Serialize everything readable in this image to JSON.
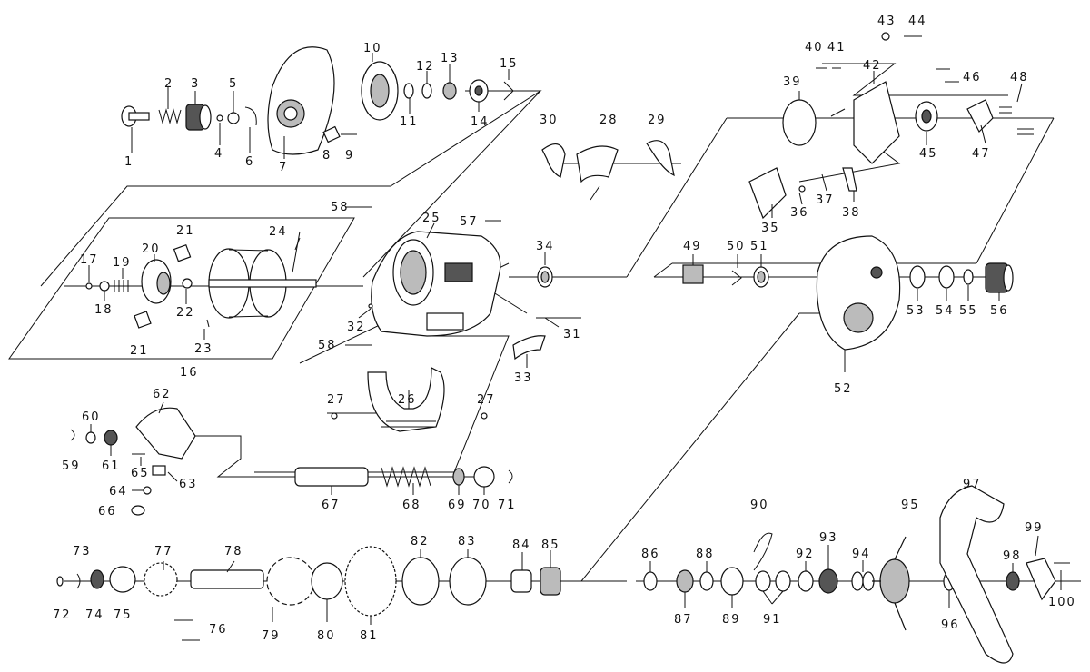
{
  "labels": {
    "p1": "1",
    "p2": "2",
    "p3": "3",
    "p4": "4",
    "p5": "5",
    "p6": "6",
    "p7": "7",
    "p8": "8",
    "p9": "9",
    "p10": "10",
    "p11": "11",
    "p12": "12",
    "p13": "13",
    "p14": "14",
    "p15": "15",
    "p16": "16",
    "p17": "17",
    "p18": "18",
    "p19": "19",
    "p20": "20",
    "p21a": "21",
    "p21b": "21",
    "p22": "22",
    "p23": "23",
    "p24": "24",
    "p25": "25",
    "p26": "26",
    "p27a": "27",
    "p27b": "27",
    "p28": "28",
    "p29": "29",
    "p30": "30",
    "p31": "31",
    "p32": "32",
    "p33": "33",
    "p34": "34",
    "p35": "35",
    "p36": "36",
    "p37": "37",
    "p38": "38",
    "p39": "39",
    "p40": "40",
    "p41": "41",
    "p42": "42",
    "p43": "43",
    "p44": "44",
    "p45": "45",
    "p46": "46",
    "p47": "47",
    "p48": "48",
    "p49": "49",
    "p50": "50",
    "p51": "51",
    "p52": "52",
    "p53": "53",
    "p54": "54",
    "p55": "55",
    "p56": "56",
    "p57": "57",
    "p58a": "58",
    "p58b": "58",
    "p59": "59",
    "p60": "60",
    "p61": "61",
    "p62": "62",
    "p63": "63",
    "p64": "64",
    "p65": "65",
    "p66": "66",
    "p67": "67",
    "p68": "68",
    "p69": "69",
    "p70": "70",
    "p71": "71",
    "p72": "72",
    "p73": "73",
    "p74": "74",
    "p75": "75",
    "p76": "76",
    "p77": "77",
    "p78": "78",
    "p79": "79",
    "p80": "80",
    "p81": "81",
    "p82": "82",
    "p83": "83",
    "p84": "84",
    "p85": "85",
    "p86": "86",
    "p87": "87",
    "p88": "88",
    "p89": "89",
    "p90": "90",
    "p91": "91",
    "p92": "92",
    "p93": "93",
    "p94": "94",
    "p95": "95",
    "p96": "96",
    "p97": "97",
    "p98": "98",
    "p99": "99",
    "p100": "100"
  },
  "colors": {
    "line": "#111111",
    "background": "#ffffff",
    "shade": "#555555"
  }
}
